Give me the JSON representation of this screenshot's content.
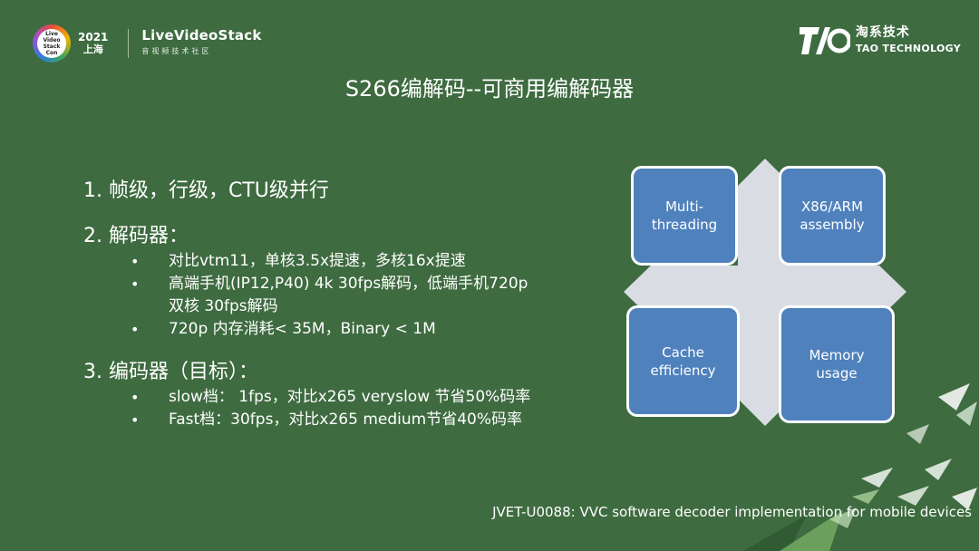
{
  "header": {
    "event_badge": [
      "Live Video",
      "Stack",
      "Con"
    ],
    "event_year": "2021",
    "event_city": "上海",
    "livevideostack_name": "LiveVideoStack",
    "livevideostack_sub": "音视频技术社区",
    "tao_cn": "淘系技术",
    "tao_en": "TAO TECHNOLOGY"
  },
  "title": "S266编解码--可商用编解码器",
  "items": [
    {
      "heading": "1.  帧级，行级，CTU级并行",
      "bullets": []
    },
    {
      "heading": "2. 解码器：",
      "bullets": [
        "对比vtm11，单核3.5x提速，多核16x提速",
        "高端手机(IP12,P40) 4k 30fps解码，低端手机720p",
        "双核 30fps解码",
        "720p 内存消耗< 35M，Binary < 1M"
      ]
    },
    {
      "heading": "3. 编码器（目标）：",
      "bullets": [
        "slow档：  1fps，对比x265 veryslow 节省50%码率",
        "Fast档：30fps，对比x265 medium节省40%码率"
      ]
    }
  ],
  "diagram": {
    "boxes": [
      {
        "line1": "Multi-",
        "line2": "threading"
      },
      {
        "line1": "X86/ARM",
        "line2": "assembly"
      },
      {
        "line1": "Cache",
        "line2": "efficiency"
      },
      {
        "line1": "Memory",
        "line2": "usage"
      }
    ],
    "colors": {
      "box": "#4f81bd",
      "diamond": "#d9dde3"
    }
  },
  "footnote": "JVET-U0088: VVC software decoder implementation for mobile devices",
  "colors": {
    "background": "#3e6b40",
    "text": "#ffffff"
  }
}
